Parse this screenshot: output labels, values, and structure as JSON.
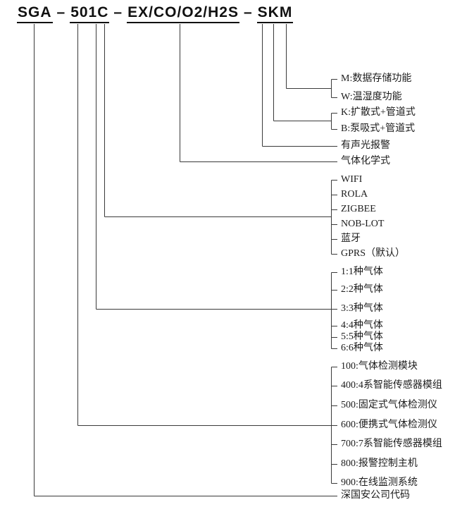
{
  "title": {
    "company_code": "SGA",
    "dash": "–",
    "model_series": "501C",
    "gas_list": "EX/CO/O2/H2S",
    "suffix": "SKM"
  },
  "legend": {
    "function_suffix": {
      "items": [
        "M:数据存储功能",
        "W:温湿度功能"
      ]
    },
    "sampling_suffix": {
      "items": [
        "K:扩散式+管道式",
        "B:泵吸式+管道式"
      ]
    },
    "alarm": "有声光报警",
    "gas_formula": "气体化学式",
    "communication": {
      "items": [
        "WIFI",
        "ROLA",
        "ZIGBEE",
        "NOB-LOT",
        "蓝牙",
        "GPRS（默认）"
      ]
    },
    "gas_count": {
      "items": [
        "1:1种气体",
        "2:2种气体",
        "3:3种气体",
        "4:4种气体",
        "5:5种气体",
        "6:6种气体"
      ]
    },
    "product_series": {
      "items": [
        "100:气体检测模块",
        "400:4系智能传感器模组",
        "500:固定式气体检测仪",
        "600:便携式气体检测仪",
        "700:7系智能传感器模组",
        "800:报警控制主机",
        "900:在线监测系统"
      ]
    },
    "company": "深国安公司代码"
  },
  "colors": {
    "line": "#3a3a3a",
    "text": "#1a1a1a"
  }
}
